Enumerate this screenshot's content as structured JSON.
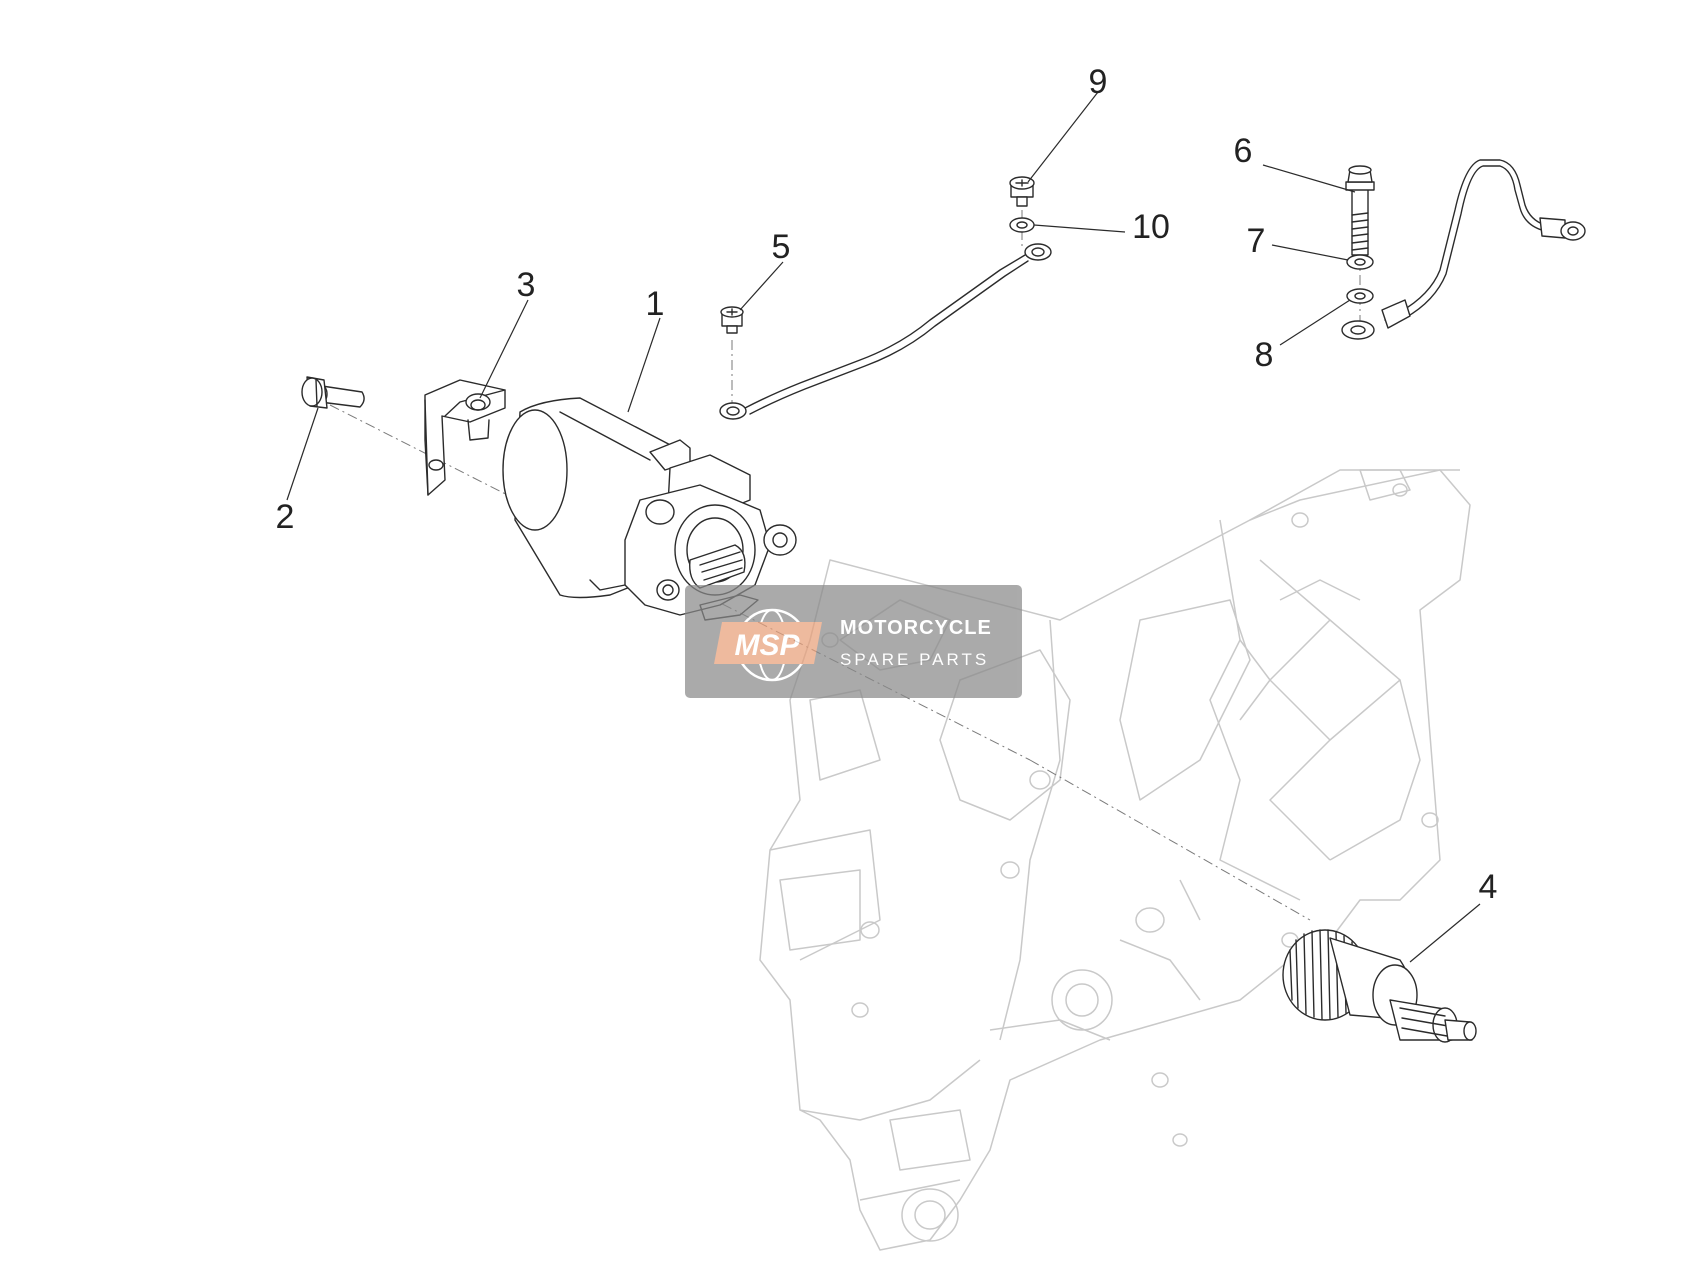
{
  "callouts": [
    {
      "id": "1",
      "label": "1"
    },
    {
      "id": "2",
      "label": "2"
    },
    {
      "id": "3",
      "label": "3"
    },
    {
      "id": "4",
      "label": "4"
    },
    {
      "id": "5",
      "label": "5"
    },
    {
      "id": "6",
      "label": "6"
    },
    {
      "id": "7",
      "label": "7"
    },
    {
      "id": "8",
      "label": "8"
    },
    {
      "id": "9",
      "label": "9"
    },
    {
      "id": "10",
      "label": "10"
    }
  ],
  "watermark": {
    "logo": "MSP",
    "line1": "MOTORCYCLE",
    "line2": "SPARE PARTS",
    "box_color": "#8a8a8a",
    "accent_color": "#e8a07a"
  }
}
